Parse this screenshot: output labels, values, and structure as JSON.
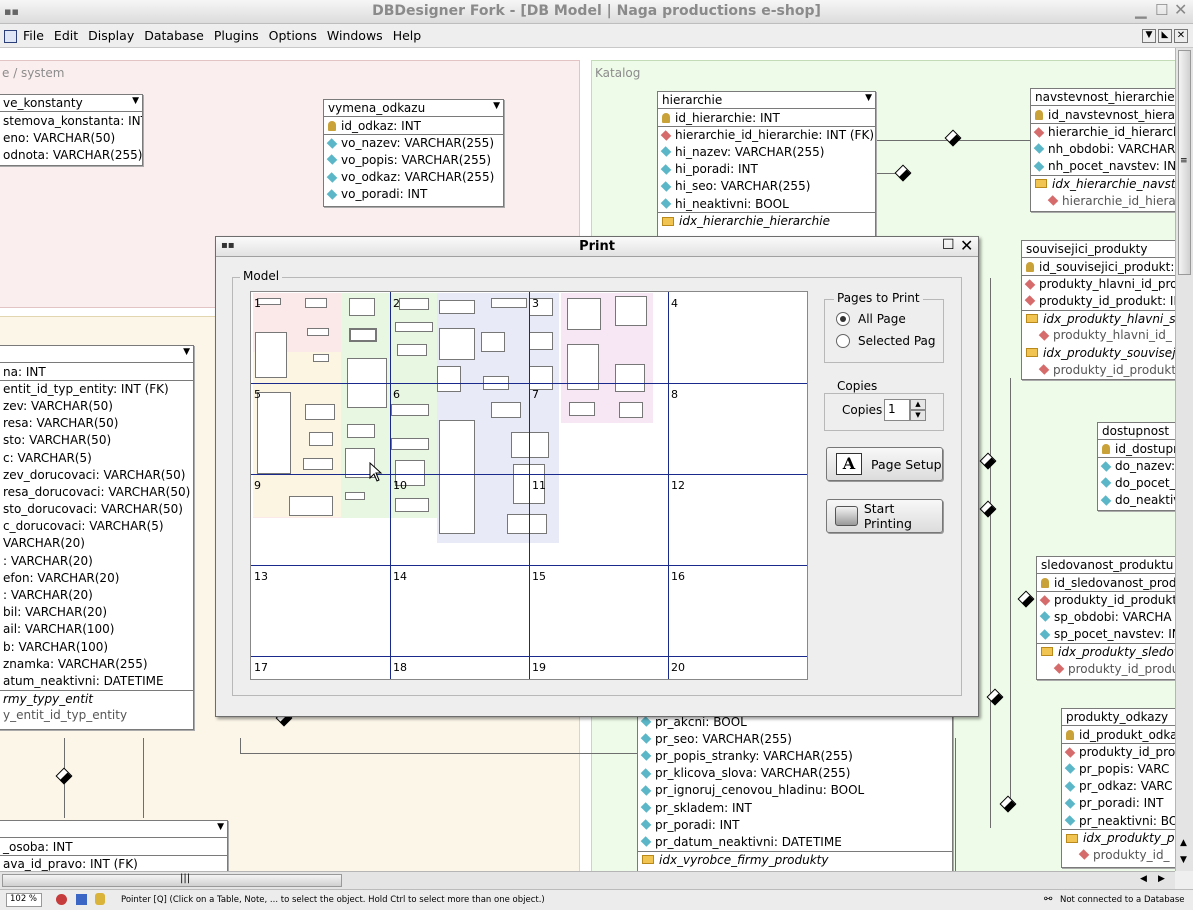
{
  "window": {
    "title": "DBDesigner Fork - [DB Model | Naga productions e-shop]"
  },
  "menu": [
    "File",
    "Edit",
    "Display",
    "Database",
    "Plugins",
    "Options",
    "Windows",
    "Help"
  ],
  "regions": {
    "system": "e / system",
    "katalog": "Katalog"
  },
  "tables": {
    "konstanty": {
      "name": "ve_konstanty",
      "rows": [
        "stemova_konstanta: INT",
        "eno: VARCHAR(50)",
        "odnota: VARCHAR(255)"
      ]
    },
    "vymena_odkazu": {
      "name": "vymena_odkazu",
      "rows": [
        "id_odkaz: INT",
        "vo_nazev: VARCHAR(255)",
        "vo_popis: VARCHAR(255)",
        "vo_odkaz: VARCHAR(255)",
        "vo_poradi: INT"
      ]
    },
    "hierarchie": {
      "name": "hierarchie",
      "rows": [
        "id_hierarchie: INT",
        "hierarchie_id_hierarchie: INT (FK)",
        "hi_nazev: VARCHAR(255)",
        "hi_poradi: INT",
        "hi_seo: VARCHAR(255)",
        "hi_neaktivni: BOOL"
      ],
      "index": "idx_hierarchie_hierarchie"
    },
    "navstevnost": {
      "name": "navstevnost_hierarchie",
      "rows": [
        "id_navstevnost_hierarc",
        "hierarchie_id_hierarch",
        "nh_obdobi: VARCHAR",
        "nh_pocet_navstev: IN"
      ],
      "index": "idx_hierarchie_navstev",
      "index_row": "hierarchie_id_hiera"
    },
    "souvisejici": {
      "name": "souvisejici_produkty",
      "rows": [
        "id_souvisejici_produkt:",
        "produkty_hlavni_id_pro",
        "produkty_id_produkt: IN"
      ],
      "index1": "idx_produkty_hlavni_so",
      "index1_row": "produkty_hlavni_id_",
      "index2": "idx_produkty_souvisejic",
      "index2_row": "produkty_id_produkt"
    },
    "dostupnost": {
      "name": "dostupnost",
      "rows": [
        "id_dostupn",
        "do_nazev:",
        "do_pocet_",
        "do_neaktiv"
      ]
    },
    "sledovanost": {
      "name": "sledovanost_produktu",
      "rows": [
        "id_sledovanost_prod",
        "produkty_id_produkt:",
        "sp_obdobi: VARCHA",
        "sp_pocet_navstev: IN"
      ],
      "index": "idx_produkty_sledova",
      "index_row": "produkty_id_produ"
    },
    "odkazy": {
      "name": "produkty_odkazy",
      "rows": [
        "id_produkt_odka",
        "produkty_id_pro",
        "pr_popis: VARC",
        "pr_odkaz: VARC",
        "pr_poradi: INT",
        "pr_neaktivni: BO"
      ],
      "index": "idx_produkty_pr",
      "index_row": "produkty_id_"
    },
    "entity": {
      "rows": [
        "na: INT",
        "entit_id_typ_entity: INT (FK)",
        "zev: VARCHAR(50)",
        "resa: VARCHAR(50)",
        "sto: VARCHAR(50)",
        "c: VARCHAR(5)",
        "zev_dorucovaci: VARCHAR(50)",
        "resa_dorucovaci: VARCHAR(50)",
        "sto_dorucovaci: VARCHAR(50)",
        "c_dorucovaci: VARCHAR(5)",
        " VARCHAR(20)",
        ": VARCHAR(20)",
        "efon: VARCHAR(20)",
        ": VARCHAR(20)",
        "bil: VARCHAR(20)",
        "ail: VARCHAR(100)",
        "b: VARCHAR(100)",
        "znamka: VARCHAR(255)",
        "atum_neaktivni: DATETIME"
      ],
      "index": "rmy_typy_entit",
      "index_row": "y_entit_id_typ_entity"
    },
    "osoba": {
      "rows": [
        "_osoba: INT",
        "ava_id_pravo: INT (FK)"
      ]
    },
    "produkty": {
      "rows": [
        "pr_akcni: BOOL",
        "pr_seo: VARCHAR(255)",
        "pr_popis_stranky: VARCHAR(255)",
        "pr_klicova_slova: VARCHAR(255)",
        "pr_ignoruj_cenovou_hladinu: BOOL",
        "pr_skladem: INT",
        "pr_poradi: INT",
        "pr_datum_neaktivni: DATETIME"
      ],
      "index": "idx_vyrobce_firmy_produkty"
    }
  },
  "dialog": {
    "title": "Print",
    "model_label": "Model",
    "pages": [
      "1",
      "2",
      "3",
      "4",
      "5",
      "6",
      "7",
      "8",
      "9",
      "10",
      "11",
      "12",
      "13",
      "14",
      "15",
      "16",
      "17",
      "18",
      "19",
      "20"
    ],
    "pages_to_print_label": "Pages to Print",
    "all_page": "All Page",
    "selected_page": "Selected Pag",
    "copies_group": "Copies",
    "copies_label": "Copies",
    "copies_value": "1",
    "page_setup": "Page Setup",
    "start_printing": "Start Printing",
    "selected_option": "All Page"
  },
  "status": {
    "zoom": "102 %",
    "hint": "Pointer [Q] (Click on a Table, Note, ... to select the object. Hold Ctrl to select more than one object.)",
    "connection": "Not connected to a Database"
  },
  "colors": {
    "system_region": "#fbeeee",
    "katalog_region": "#eefbe8",
    "grid_line": "#1a2a8c"
  }
}
